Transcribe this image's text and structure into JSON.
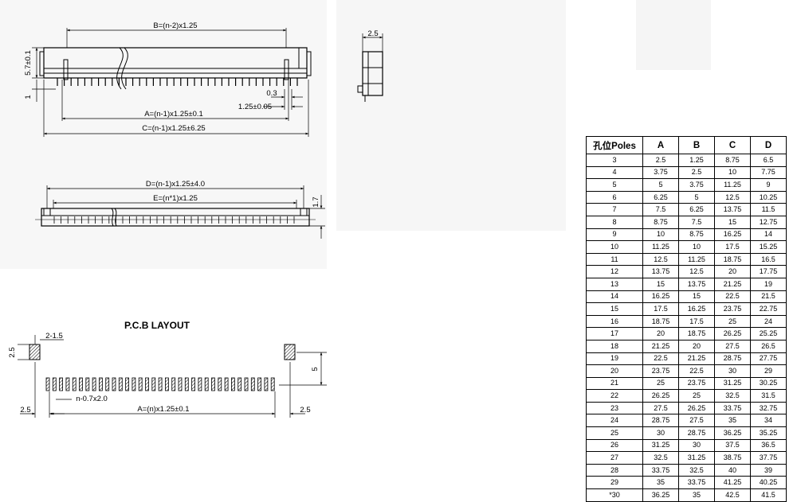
{
  "drawing": {
    "front_view": {
      "dim_b": "B=(n-2)x1.25",
      "dim_height": "5.7±0.1",
      "dim_one": "1",
      "dim_03": "0.3",
      "dim_pitch": "1.25±0.05",
      "dim_a": "A=(n-1)x1.25±0.1",
      "dim_c": "C=(n-1)x1.25±6.25"
    },
    "side_view": {
      "dim_width": "2.5"
    },
    "top_view": {
      "dim_d": "D=(n-1)x1.25±4.0",
      "dim_e": "E=(n*1)x1.25",
      "dim_height": "1.7"
    },
    "pcb_layout": {
      "title": "P.C.B LAYOUT",
      "dim_hole": "2-1.5",
      "dim_pad": "2.5",
      "dim_five": "5",
      "dim_edge_left": "2.5",
      "dim_edge_right": "2.5",
      "dim_slots": "n-0.7x2.0",
      "dim_a": "A=(n)x1.25±0.1"
    }
  },
  "table": {
    "headers": [
      "孔位Poles",
      "A",
      "B",
      "C",
      "D"
    ],
    "rows": [
      [
        "3",
        "2.5",
        "1.25",
        "8.75",
        "6.5"
      ],
      [
        "4",
        "3.75",
        "2.5",
        "10",
        "7.75"
      ],
      [
        "5",
        "5",
        "3.75",
        "11.25",
        "9"
      ],
      [
        "6",
        "6.25",
        "5",
        "12.5",
        "10.25"
      ],
      [
        "7",
        "7.5",
        "6.25",
        "13.75",
        "11.5"
      ],
      [
        "8",
        "8.75",
        "7.5",
        "15",
        "12.75"
      ],
      [
        "9",
        "10",
        "8.75",
        "16.25",
        "14"
      ],
      [
        "10",
        "11.25",
        "10",
        "17.5",
        "15.25"
      ],
      [
        "11",
        "12.5",
        "11.25",
        "18.75",
        "16.5"
      ],
      [
        "12",
        "13.75",
        "12.5",
        "20",
        "17.75"
      ],
      [
        "13",
        "15",
        "13.75",
        "21.25",
        "19"
      ],
      [
        "14",
        "16.25",
        "15",
        "22.5",
        "21.5"
      ],
      [
        "15",
        "17.5",
        "16.25",
        "23.75",
        "22.75"
      ],
      [
        "16",
        "18.75",
        "17.5",
        "25",
        "24"
      ],
      [
        "17",
        "20",
        "18.75",
        "26.25",
        "25.25"
      ],
      [
        "18",
        "21.25",
        "20",
        "27.5",
        "26.5"
      ],
      [
        "19",
        "22.5",
        "21.25",
        "28.75",
        "27.75"
      ],
      [
        "20",
        "23.75",
        "22.5",
        "30",
        "29"
      ],
      [
        "21",
        "25",
        "23.75",
        "31.25",
        "30.25"
      ],
      [
        "22",
        "26.25",
        "25",
        "32.5",
        "31.5"
      ],
      [
        "23",
        "27.5",
        "26.25",
        "33.75",
        "32.75"
      ],
      [
        "24",
        "28.75",
        "27.5",
        "35",
        "34"
      ],
      [
        "25",
        "30",
        "28.75",
        "36.25",
        "35.25"
      ],
      [
        "26",
        "31.25",
        "30",
        "37.5",
        "36.5"
      ],
      [
        "27",
        "32.5",
        "31.25",
        "38.75",
        "37.75"
      ],
      [
        "28",
        "33.75",
        "32.5",
        "40",
        "39"
      ],
      [
        "29",
        "35",
        "33.75",
        "41.25",
        "40.25"
      ],
      [
        "*30",
        "36.25",
        "35",
        "42.5",
        "41.5"
      ]
    ]
  }
}
